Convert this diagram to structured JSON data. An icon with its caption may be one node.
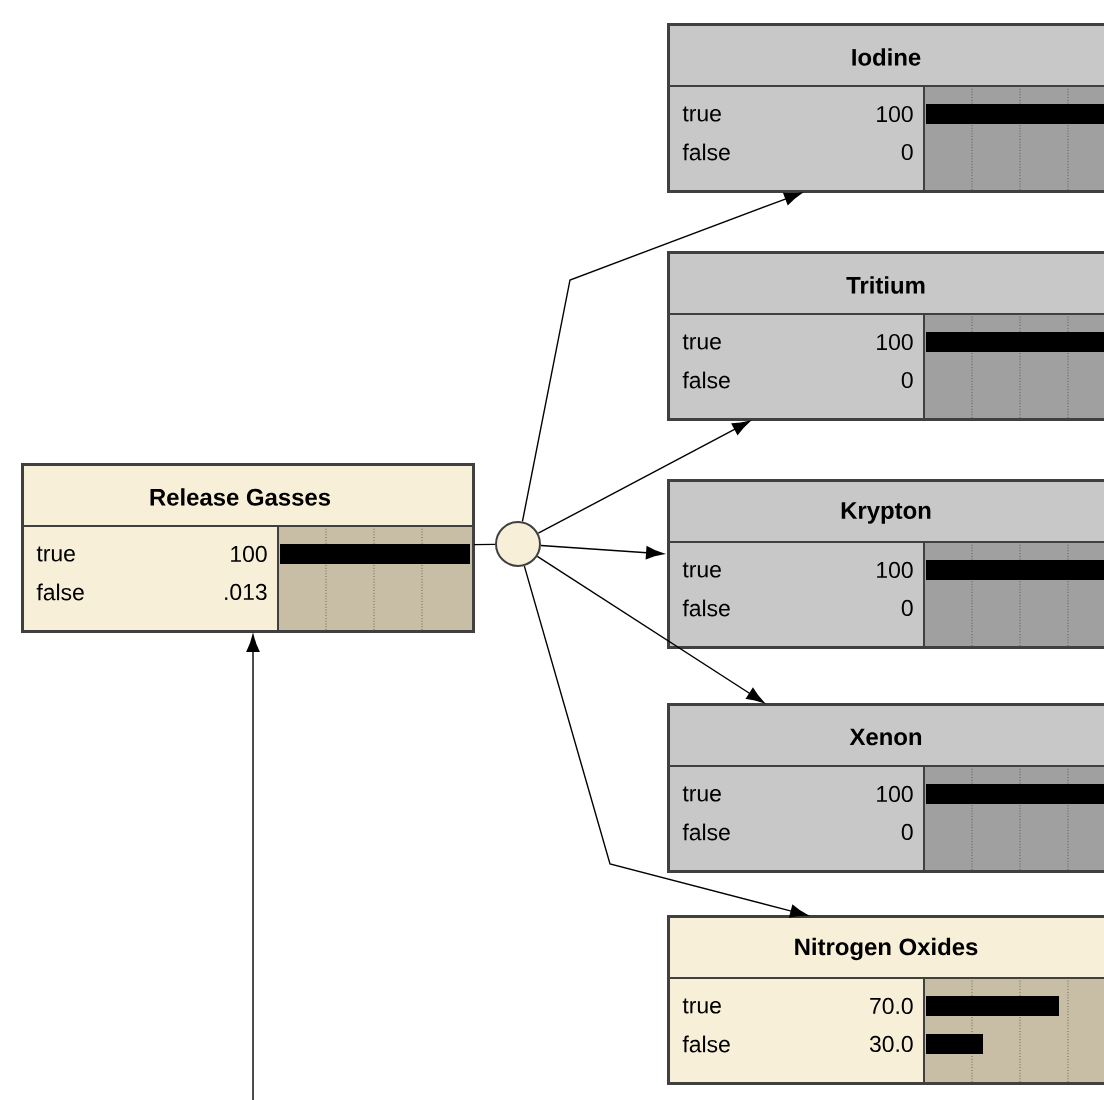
{
  "diagram": {
    "nodes": [
      {
        "text": [
          "Release Gasses",
          "true",
          "100",
          "false",
          ".013"
        ]
      },
      {
        "text": [],
        "shape": "circle"
      },
      {
        "text": [
          "Iodine",
          "true",
          "100",
          "false",
          "0"
        ]
      },
      {
        "text": [
          "Tritium",
          "true",
          "100",
          "false",
          "0"
        ]
      },
      {
        "text": [
          "Krypton",
          "true",
          "100",
          "false",
          "0"
        ]
      },
      {
        "text": [
          "Xenon",
          "true",
          "100",
          "false",
          "0"
        ]
      },
      {
        "text": [
          "Nitrogen Oxides",
          "true",
          "70.0",
          "false",
          "30.0"
        ]
      }
    ],
    "edges": [
      {
        "from": null,
        "to": 0,
        "arrow": "to"
      },
      {
        "from": 0,
        "to": 1,
        "arrow": "none"
      },
      {
        "from": 1,
        "to": 2,
        "arrow": "to"
      },
      {
        "from": 1,
        "to": 3,
        "arrow": "to"
      },
      {
        "from": 1,
        "to": 4,
        "arrow": "to"
      },
      {
        "from": 1,
        "to": 5,
        "arrow": "to"
      },
      {
        "from": 1,
        "to": 6,
        "arrow": "to"
      }
    ]
  }
}
